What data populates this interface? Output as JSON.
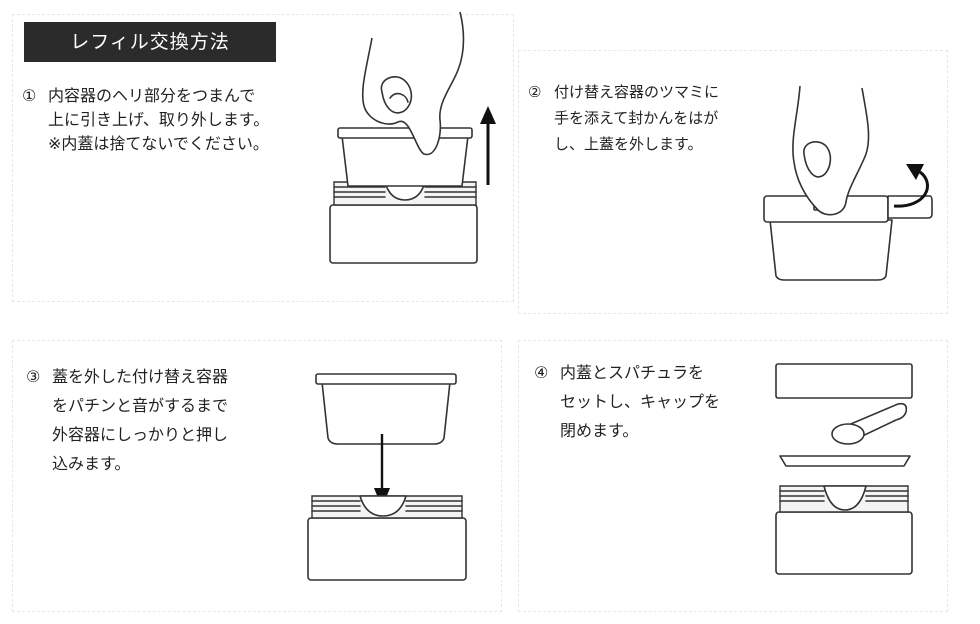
{
  "title": "レフィル交換方法",
  "steps": [
    {
      "number": "①",
      "lines": [
        "内容器のヘリ部分をつまんで",
        "上に引き上げ、取り外します。",
        "※内蓋は捨てないでください。"
      ]
    },
    {
      "number": "②",
      "lines": [
        "付け替え容器のツマミに",
        "手を添えて封かんをはが",
        "し、上蓋を外します。"
      ]
    },
    {
      "number": "③",
      "lines": [
        "蓋を外した付け替え容器",
        "をパチンと音がするまで",
        "外容器にしっかりと押し",
        "込みます。"
      ]
    },
    {
      "number": "④",
      "lines": [
        "内蓋とスパチュラを",
        "セットし、キャップを",
        "閉めます。"
      ]
    }
  ],
  "colors": {
    "title_bg": "#2b2b2b",
    "title_text": "#ffffff",
    "line": "#333333"
  }
}
